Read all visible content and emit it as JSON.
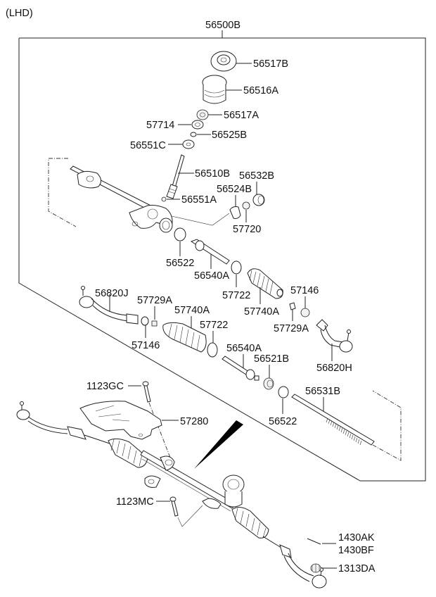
{
  "header": {
    "variant": "(LHD)",
    "assembly": "56500B"
  },
  "labels": {
    "p56517B": "56517B",
    "p56516A": "56516A",
    "p56517A": "56517A",
    "p57714": "57714",
    "p56525B": "56525B",
    "p56551C": "56551C",
    "p56510B": "56510B",
    "p56532B": "56532B",
    "p56524B": "56524B",
    "p56551A": "56551A",
    "p57720": "57720",
    "p56522_top": "56522",
    "p56540A_top": "56540A",
    "p57722_top": "57722",
    "p57740A_right": "57740A",
    "p57146_right": "57146",
    "p57729A_right": "57729A",
    "p56820J": "56820J",
    "p57729A_left": "57729A",
    "p57740A_left": "57740A",
    "p57722_left": "57722",
    "p57146_left": "57146",
    "p56540A_mid": "56540A",
    "p56521B": "56521B",
    "p56820H": "56820H",
    "p56531B": "56531B",
    "p56522_mid": "56522",
    "p1123GC": "1123GC",
    "p57280": "57280",
    "p1123MC": "1123MC",
    "p1430AK": "1430AK",
    "p1430BF": "1430BF",
    "p1313DA": "1313DA"
  }
}
